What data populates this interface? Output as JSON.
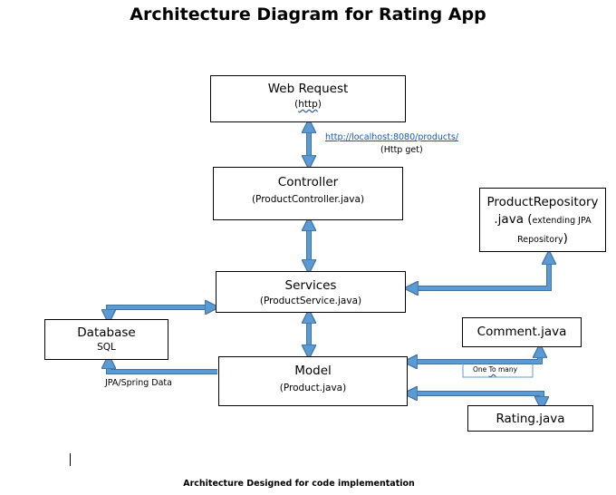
{
  "title": "Architecture Diagram for Rating App",
  "boxes": {
    "web_request": {
      "name": "Web Request",
      "sub_prefix": "(",
      "sub_word": "http",
      "sub_suffix": ")"
    },
    "controller": {
      "name": "Controller",
      "sub": "(ProductController.java)"
    },
    "services": {
      "name": "Services",
      "sub": "(ProductService.java)"
    },
    "model": {
      "name": "Model",
      "sub": "(Product.java)"
    },
    "database": {
      "name": "Database",
      "sub": "SQL"
    },
    "product_repository": {
      "line1": "ProductRepository",
      "line2_main": ".java (",
      "line2_small": "extending JPA",
      "line3_small": "Repository",
      "line3_main": ")"
    },
    "comment": {
      "name": "Comment.java"
    },
    "rating": {
      "name": "Rating.java"
    }
  },
  "labels": {
    "url": "http://localhost:8080/products/",
    "http_get": "(Http get)",
    "jpa": "JPA/Spring Data",
    "one_to_many_prefix": "One ",
    "one_to_many_word": "To",
    "one_to_many_suffix": " many"
  },
  "footer": "Architecture Designed for code implementation",
  "colors": {
    "arrow_fill": "#5b9bd5",
    "arrow_stroke": "#41719c",
    "border": "#000000"
  }
}
